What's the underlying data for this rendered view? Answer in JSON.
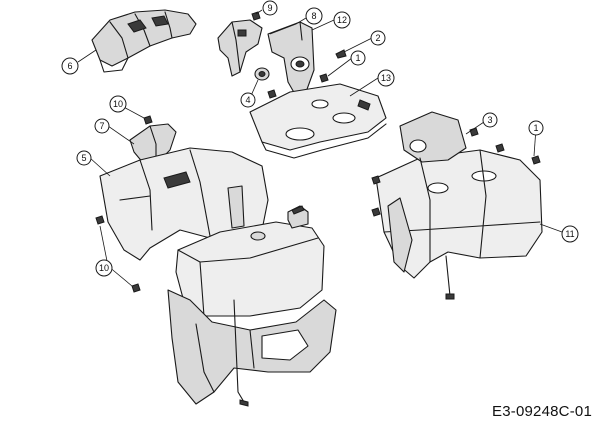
{
  "drawing_code": "E3-09248C-01",
  "callouts": {
    "c1a": "1",
    "c1b": "1",
    "c2": "2",
    "c3": "3",
    "c4": "4",
    "c5": "5",
    "c6": "6",
    "c7": "7",
    "c8": "8",
    "c9": "9",
    "c10a": "10",
    "c10b": "10",
    "c11": "11",
    "c12": "12",
    "c13": "13"
  }
}
